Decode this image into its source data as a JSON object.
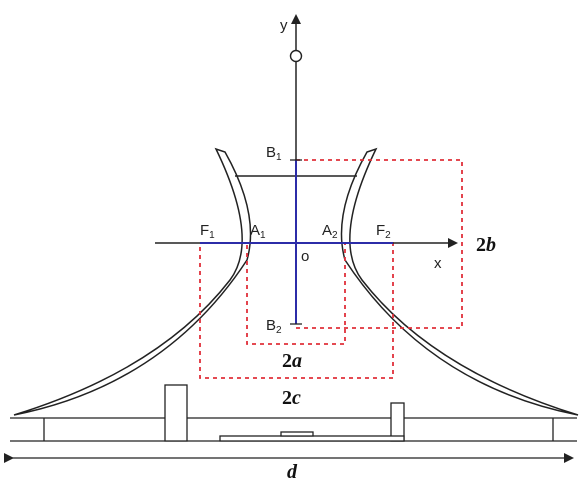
{
  "axes": {
    "x_label": "x",
    "y_label": "y",
    "origin_label": "o"
  },
  "points": {
    "B1": {
      "letter": "B",
      "sub": "1"
    },
    "B2": {
      "letter": "B",
      "sub": "2"
    },
    "A1": {
      "letter": "A",
      "sub": "1"
    },
    "A2": {
      "letter": "A",
      "sub": "2"
    },
    "F1": {
      "letter": "F",
      "sub": "1"
    },
    "F2": {
      "letter": "F",
      "sub": "2"
    }
  },
  "dimensions": {
    "two_a": {
      "num": "2",
      "var": "a"
    },
    "two_b": {
      "num": "2",
      "var": "b"
    },
    "two_c": {
      "num": "2",
      "var": "c"
    },
    "d": {
      "var": "d"
    }
  },
  "colors": {
    "axis_blue": "#2c2ca8",
    "dashed_red": "#e0303a",
    "ink": "#222222"
  }
}
